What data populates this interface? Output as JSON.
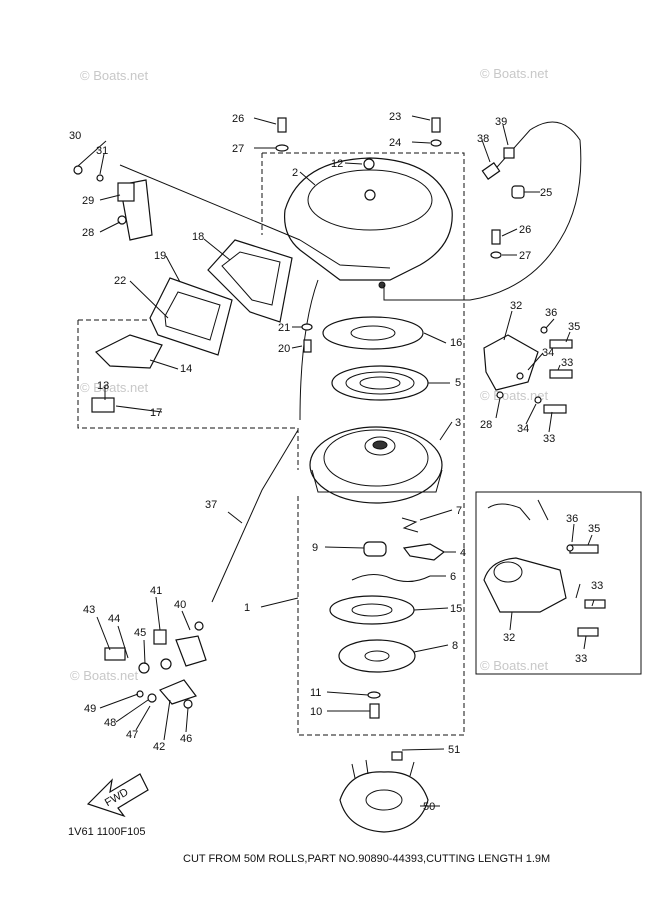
{
  "watermarks": [
    "© Boats.net",
    "© Boats.net",
    "© Boats.net",
    "© Boats.net",
    "© Boats.net",
    "© Boats.net"
  ],
  "callouts": [
    "1",
    "2",
    "3",
    "4",
    "5",
    "6",
    "7",
    "8",
    "9",
    "10",
    "11",
    "12",
    "13",
    "14",
    "15",
    "16",
    "17",
    "18",
    "19",
    "20",
    "21",
    "22",
    "23",
    "24",
    "25",
    "26",
    "26",
    "27",
    "27",
    "28",
    "28",
    "29",
    "30",
    "31",
    "32",
    "32",
    "33",
    "33",
    "33",
    "33",
    "34",
    "34",
    "35",
    "35",
    "36",
    "36",
    "37",
    "38",
    "39",
    "40",
    "41",
    "42",
    "43",
    "44",
    "45",
    "46",
    "47",
    "48",
    "49",
    "50",
    "51"
  ],
  "direction_arrow": "FWD",
  "diagram_code": "1V61 1100F105",
  "footnote": "CUT FROM 50M ROLLS,PART NO.90890-44393,CUTTING LENGTH 1.9M",
  "colors": {
    "ink": "#111111",
    "paper": "#ffffff",
    "watermark": "#c8c8c8"
  }
}
